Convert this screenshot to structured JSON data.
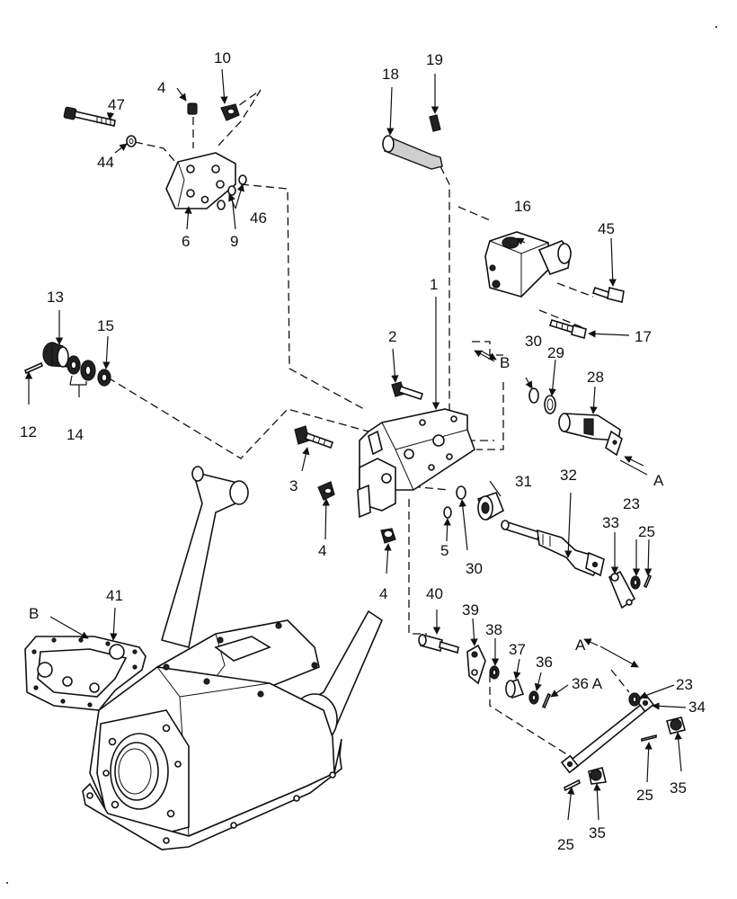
{
  "diagram": {
    "labels": {
      "l1": "1",
      "l2": "2",
      "l3": "3",
      "l4a": "4",
      "l4b": "4",
      "l4c": "4",
      "l5": "5",
      "l6": "6",
      "l9": "9",
      "l10": "10",
      "l12": "12",
      "l13": "13",
      "l14": "14",
      "l15": "15",
      "l16": "16",
      "l17": "17",
      "l18": "18",
      "l19": "19",
      "l23a": "23",
      "l23b": "23",
      "l25a": "25",
      "l25b": "25",
      "l25c": "25",
      "l28": "28",
      "l29": "29",
      "l30a": "30",
      "l30b": "30",
      "l31": "31",
      "l32": "32",
      "l33": "33",
      "l34": "34",
      "l35a": "35",
      "l35b": "35",
      "l36": "36",
      "l36a": "36 A",
      "l37": "37",
      "l38": "38",
      "l39": "39",
      "l40": "40",
      "l41": "41",
      "l44": "44",
      "l45": "45",
      "l46": "46",
      "l47": "47",
      "refA1": "A",
      "refA2": "A",
      "refB1": "B",
      "refB2": "B"
    }
  }
}
